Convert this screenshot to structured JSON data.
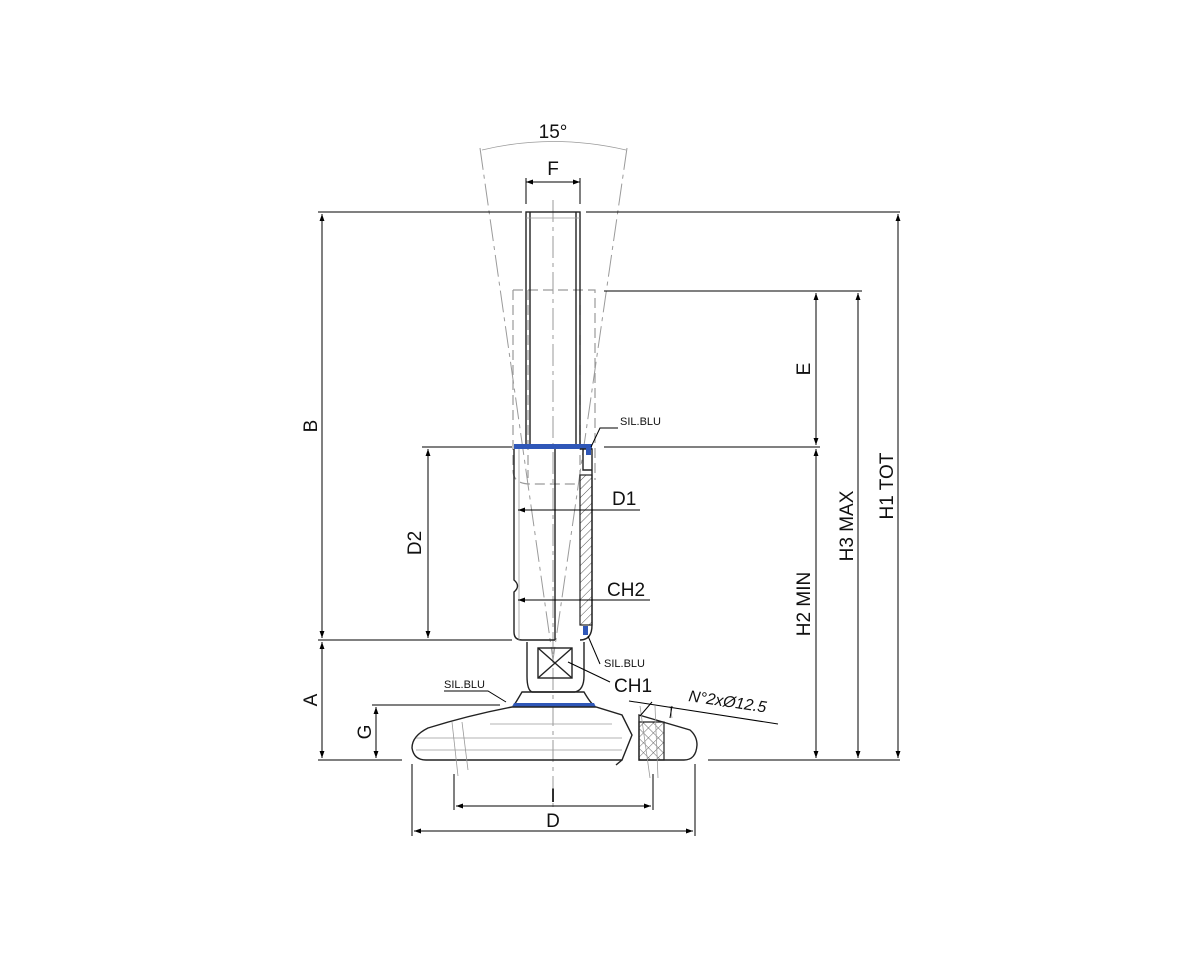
{
  "drawing": {
    "angle_label": "15°",
    "labels": {
      "F": "F",
      "B": "B",
      "E": "E",
      "H1": "H1 TOT",
      "H2": "H2 MIN",
      "H3": "H3 MAX",
      "D1": "D1",
      "D2": "D2",
      "CH1": "CH1",
      "CH2": "CH2",
      "A": "A",
      "G": "G",
      "I": "I",
      "D": "D",
      "holes": "N°2xØ12.5"
    },
    "notes": {
      "sil_top": "SIL.BLU",
      "sil_mid": "SIL.BLU",
      "sil_base": "SIL.BLU"
    },
    "colors": {
      "seal": "#2f57b8",
      "line": "#000000",
      "hidden": "#9a9a9a"
    }
  }
}
